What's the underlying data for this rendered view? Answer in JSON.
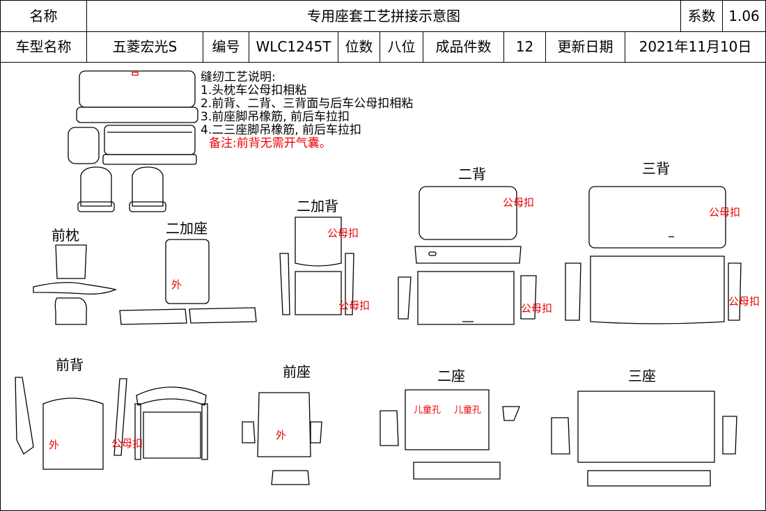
{
  "header": {
    "name_label": "名称",
    "doc_title": "专用座套工艺拼接示意图",
    "coef_label": "系数",
    "coef_value": "1.06",
    "model_label": "车型名称",
    "model_value": "五菱宏光S",
    "code_label": "编号",
    "code_value": "WLC1245T",
    "seats_label": "位数",
    "seats_value": "八位",
    "pieces_label": "成品件数",
    "pieces_value": "12",
    "date_label": "更新日期",
    "date_value": "2021年11月10日"
  },
  "notes": {
    "title": "缝纫工艺说明:",
    "items": [
      "1.头枕车公母扣相粘",
      "2.前背、二背、三背面与后车公母扣相粘",
      "3.前座脚吊橡筋, 前后车拉扣",
      "4.二三座脚吊橡筋, 前后车拉扣"
    ],
    "remark": "备注:前背无需开气囊。"
  },
  "sections": {
    "front_headrest": "前枕",
    "second_extra_seat": "二加座",
    "second_extra_back": "二加背",
    "second_back": "二背",
    "third_back": "三背",
    "front_back": "前背",
    "front_seat": "前座",
    "second_seat": "二座",
    "third_seat": "三座"
  },
  "annotations": {
    "snap": "公母扣",
    "outer": "外",
    "child_hole": "儿童孔"
  },
  "colors": {
    "annotation": "#e00000",
    "line": "#000000"
  }
}
